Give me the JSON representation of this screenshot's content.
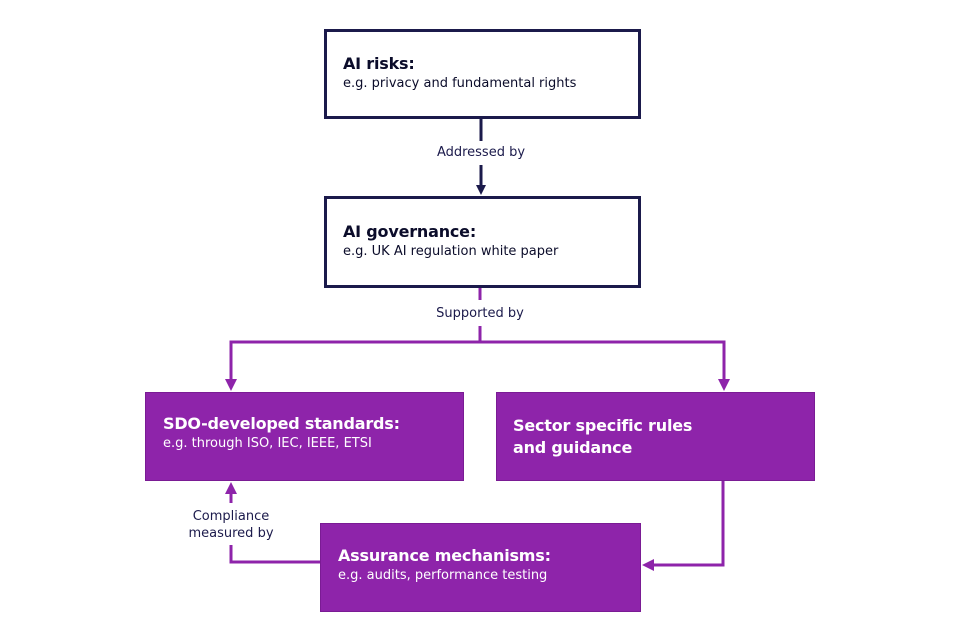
{
  "colors": {
    "navy": "#1b1a4b",
    "purple": "#8e24aa",
    "white": "#ffffff"
  },
  "nodes": {
    "risks": {
      "title": "AI risks:",
      "sub": "e.g. privacy and fundamental rights"
    },
    "governance": {
      "title": "AI governance:",
      "sub": "e.g. UK AI regulation white paper"
    },
    "sdo": {
      "title": "SDO-developed standards:",
      "sub": "e.g. through ISO, IEC, IEEE, ETSI"
    },
    "sector": {
      "title_line1": "Sector specific rules",
      "title_line2": "and guidance"
    },
    "assurance": {
      "title": "Assurance mechanisms:",
      "sub": "e.g. audits, performance testing"
    }
  },
  "edges": {
    "addressed_by": "Addressed by",
    "supported_by": "Supported by",
    "compliance_line1": "Compliance",
    "compliance_line2": "measured by"
  }
}
